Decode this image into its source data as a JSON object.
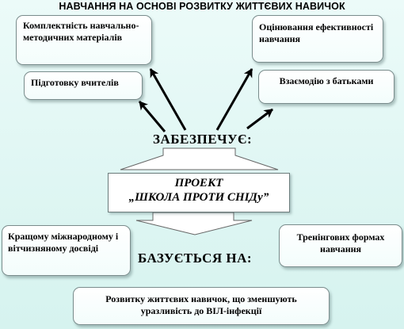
{
  "title": "НАВЧАННЯ НА ОСНОВІ РОЗВИТКУ ЖИТТЄВИХ НАВИЧОК",
  "provides_heading": "ЗАБЕЗПЕЧУЄ:",
  "based_heading": "БАЗУЄТЬСЯ НА:",
  "project": {
    "line1": "ПРОЕКТ",
    "line2": "„ШКОЛА ПРОТИ СНІДу”"
  },
  "top_boxes": {
    "materials": "Комплектність навчально-методичних матеріалів",
    "evaluation": "Оцінювання ефективності навчання",
    "teachers": "Підготовку вчителів",
    "parents": "Взаємодію з батьками"
  },
  "bottom_boxes": {
    "experience": "Кращому міжнародному і вітчизняному досвіді",
    "trainings": "Тренінгових формах навчання",
    "skills": "Розвитку життєвих навичок, що зменшують уразливість до ВІЛ-інфекції"
  },
  "colors": {
    "background": "#e8f9f7",
    "box_border": "#7a8c8c",
    "arrow": "#000000",
    "block_arrow_fill": "#ffffff"
  }
}
